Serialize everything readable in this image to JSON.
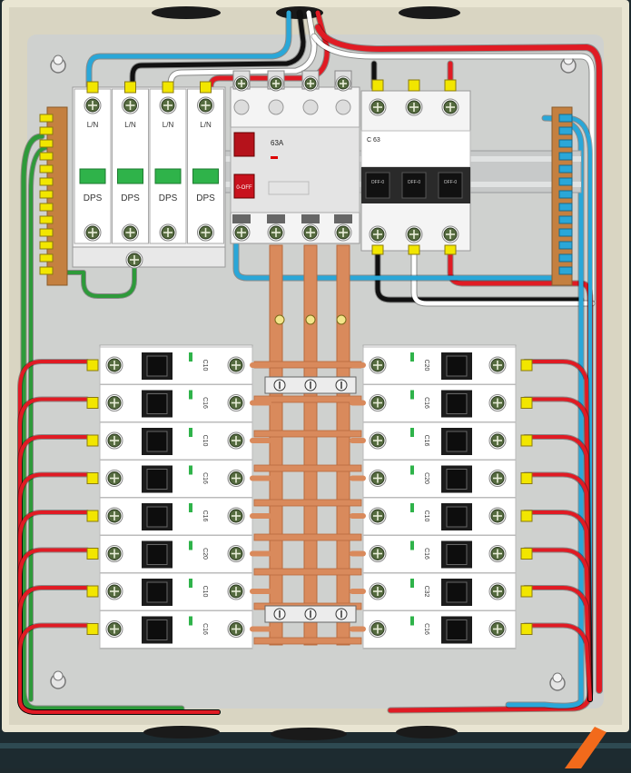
{
  "colors": {
    "enclosure": "#e9e5d2",
    "backplate": "#cfd1cf",
    "copper": "#d98a5c",
    "live": "#e01b24",
    "neutral": "#2aa7d8",
    "earth": "#2e9a3a",
    "black": "#111111",
    "white": "#ffffff",
    "terminal_yellow": "#f2e600",
    "accent_orange": "#f26a1b",
    "spd_green": "#2fb34a"
  },
  "spd": {
    "modules": [
      {
        "terminal": "L/N",
        "label": "DPS"
      },
      {
        "terminal": "L/N",
        "label": "DPS"
      },
      {
        "terminal": "L/N",
        "label": "DPS"
      },
      {
        "terminal": "L/N",
        "label": "DPS"
      }
    ]
  },
  "main_switch": {
    "rating": "63A",
    "off_label": "0-OFF"
  },
  "main_breaker": {
    "rating": "C 63",
    "poles": [
      {
        "label": "OFF-0"
      },
      {
        "label": "OFF-0"
      },
      {
        "label": "OFF-0"
      }
    ]
  },
  "breakers_left": [
    {
      "rating": "C10"
    },
    {
      "rating": "C16"
    },
    {
      "rating": "C10"
    },
    {
      "rating": "C16"
    },
    {
      "rating": "C16"
    },
    {
      "rating": "C20"
    },
    {
      "rating": "C10"
    },
    {
      "rating": "C16"
    }
  ],
  "breakers_right": [
    {
      "rating": "C20"
    },
    {
      "rating": "C16"
    },
    {
      "rating": "C16"
    },
    {
      "rating": "C20"
    },
    {
      "rating": "C10"
    },
    {
      "rating": "C16"
    },
    {
      "rating": "C32"
    },
    {
      "rating": "C16"
    }
  ]
}
